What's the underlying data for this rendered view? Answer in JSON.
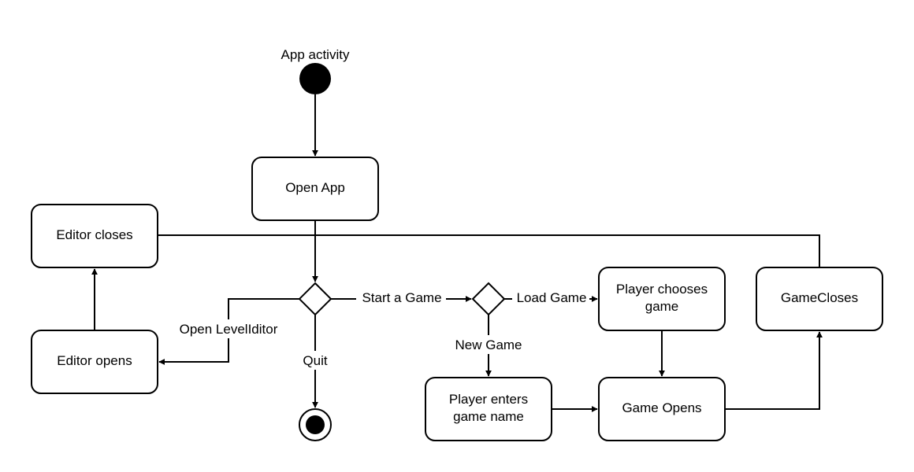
{
  "diagram": {
    "title": "App activity",
    "nodes": {
      "open_app": [
        "Open App"
      ],
      "editor_closes": [
        "Editor closes"
      ],
      "editor_opens": [
        "Editor opens"
      ],
      "player_chooses": [
        "Player chooses",
        "game"
      ],
      "game_closes": [
        "GameCloses"
      ],
      "player_enters": [
        "Player enters",
        "game name"
      ],
      "game_opens": [
        "Game Opens"
      ]
    },
    "edges": {
      "start_a_game": "Start a Game",
      "load_game": "Load Game",
      "new_game": "New Game",
      "open_level_editor": "Open LevelIditor",
      "quit": "Quit"
    }
  }
}
